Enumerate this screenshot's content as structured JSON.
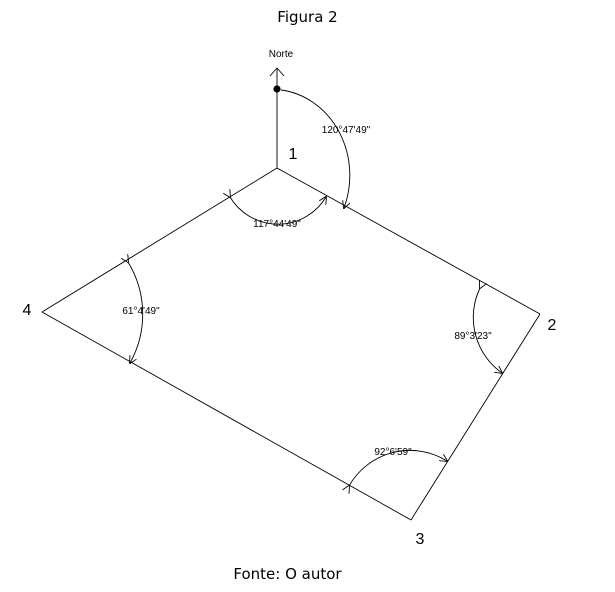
{
  "figure": {
    "title": "Figura 2",
    "source": "Fonte: O autor"
  },
  "north": {
    "label": "Norte"
  },
  "vertices": [
    {
      "id": "1",
      "label": "1"
    },
    {
      "id": "2",
      "label": "2"
    },
    {
      "id": "3",
      "label": "3"
    },
    {
      "id": "4",
      "label": "4"
    }
  ],
  "angles": {
    "azimuth": "120°47'49\"",
    "v1": "117°44'49\"",
    "v2": "89°3'23\"",
    "v3": "92°6'59\"",
    "v4": "61°4'49\""
  },
  "colors": {
    "line": "#000000",
    "background": "#ffffff"
  }
}
